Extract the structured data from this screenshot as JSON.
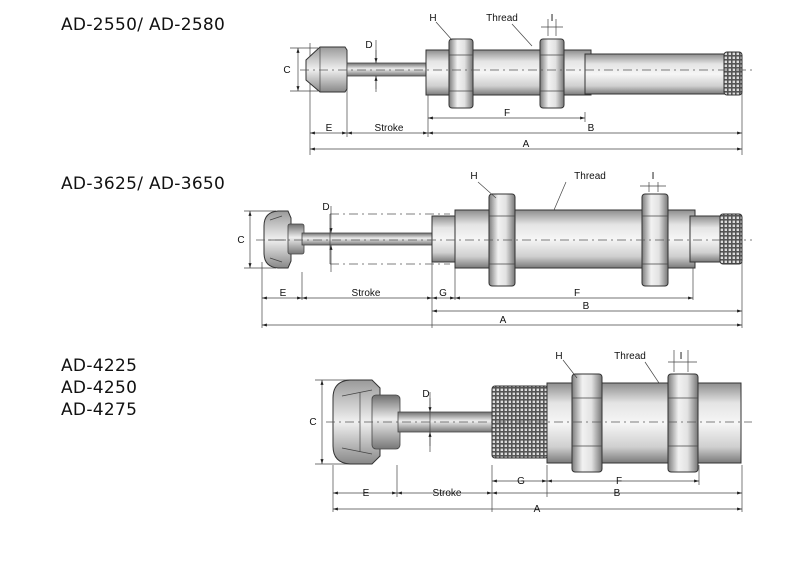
{
  "models": {
    "group1": "AD-2550/ AD-2580",
    "group2": "AD-3625/ AD-3650",
    "group3": [
      "AD-4225",
      "AD-4250",
      "AD-4275"
    ]
  },
  "labels": {
    "H": "H",
    "I": "I",
    "thread": "Thread",
    "C": "C",
    "D": "D",
    "E": "E",
    "stroke": "Stroke",
    "G": "G",
    "F": "F",
    "B": "B",
    "A": "A"
  }
}
